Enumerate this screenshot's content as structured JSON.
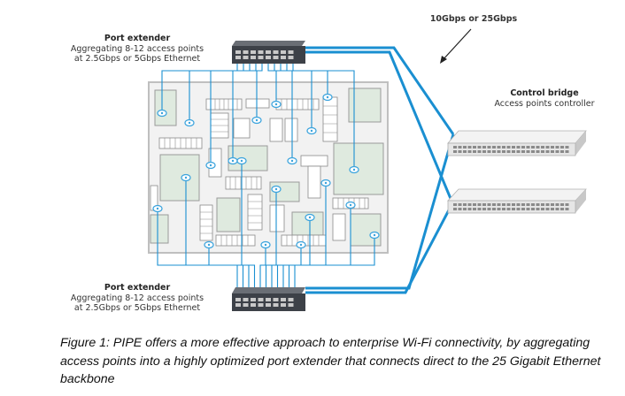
{
  "port_extender_top": {
    "title": "Port extender",
    "line1": "Aggregating 8-12 access points",
    "line2": "at 2.5Gbps or 5Gbps Ethernet"
  },
  "port_extender_bottom": {
    "title": "Port extender",
    "line1": "Aggregating 8-12 access points",
    "line2": "at 2.5Gbps or 5Gbps Ethernet"
  },
  "control_bridge": {
    "title": "Control bridge",
    "subtitle": "Access points controller"
  },
  "link_speed": "10Gbps or 25Gbps",
  "caption": "Figure 1: PIPE offers a more effective approach to enterprise Wi-Fi connectivity, by aggregating access points into a highly optimized port extender that connects direct to the 25 Gigabit Ethernet backbone",
  "colors": {
    "link_blue": "#1a8fd1",
    "ap_blue": "#3aa3dd",
    "floor_green": "#dfeadf",
    "switch_dark": "#3d4148",
    "switch_light": "#e6e6e6"
  }
}
